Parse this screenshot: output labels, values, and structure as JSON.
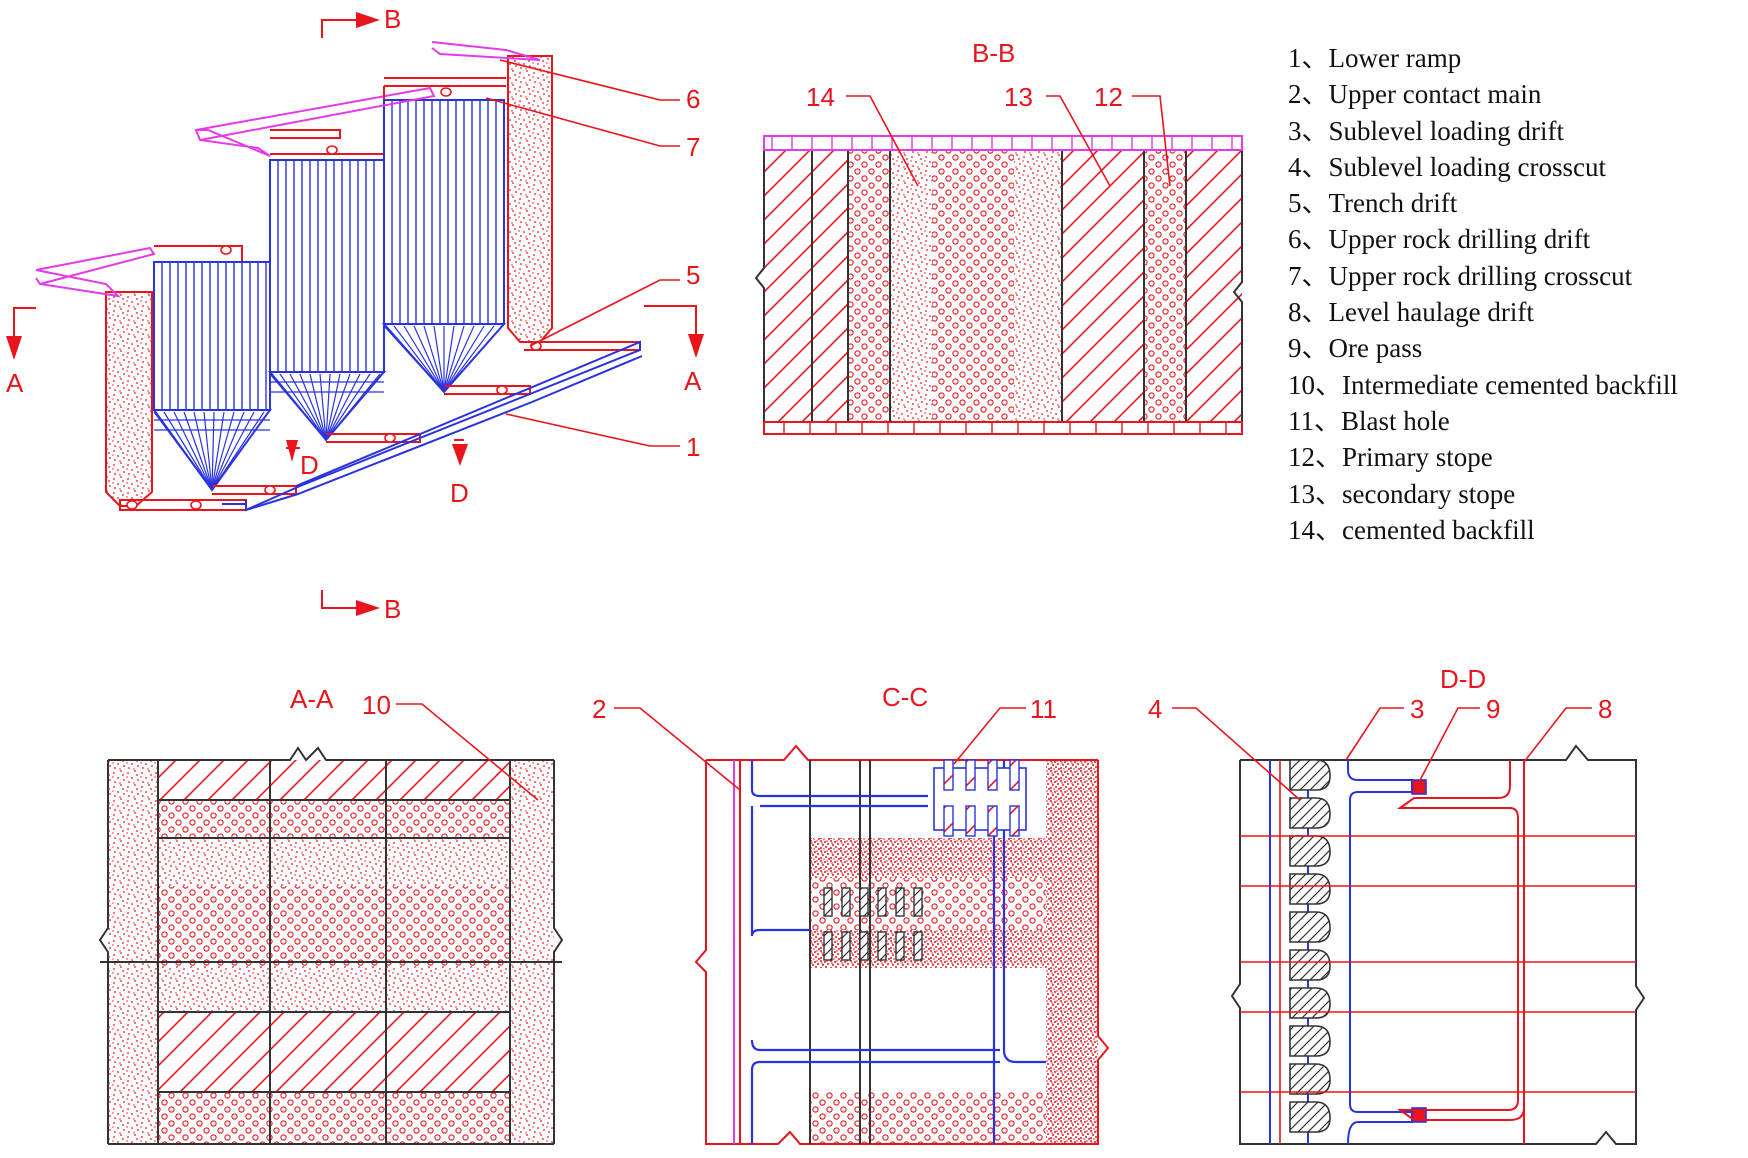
{
  "colors": {
    "red": "#e8161c",
    "blue": "#2a33e0",
    "magenta": "#e43ae8",
    "dark": "#333333"
  },
  "sections": {
    "bb_top": "B-B",
    "bb_bottom": "B",
    "b_arrow_top": "B",
    "a_left": "A",
    "a_right": "A",
    "d_left": "D",
    "d_right": "D",
    "bb_title": "B-B",
    "aa_title": "A-A",
    "cc_title": "C-C",
    "dd_title": "D-D"
  },
  "callouts": {
    "n1": "1",
    "n2": "2",
    "n3": "3",
    "n4": "4",
    "n5": "5",
    "n6": "6",
    "n7": "7",
    "n8": "8",
    "n9": "9",
    "n10": "10",
    "n11": "11",
    "n12": "12",
    "n13": "13",
    "n14": "14"
  },
  "legend": [
    "1、Lower ramp",
    "2、Upper contact main",
    "3、Sublevel loading drift",
    "4、Sublevel loading crosscut",
    "5、Trench drift",
    "6、Upper rock drilling drift",
    "7、Upper rock drilling crosscut",
    "8、Level haulage drift",
    "9、Ore pass",
    "10、Intermediate cemented backfill",
    "11、Blast hole",
    "12、Primary stope",
    "13、secondary stope",
    "14、cemented backfill"
  ]
}
